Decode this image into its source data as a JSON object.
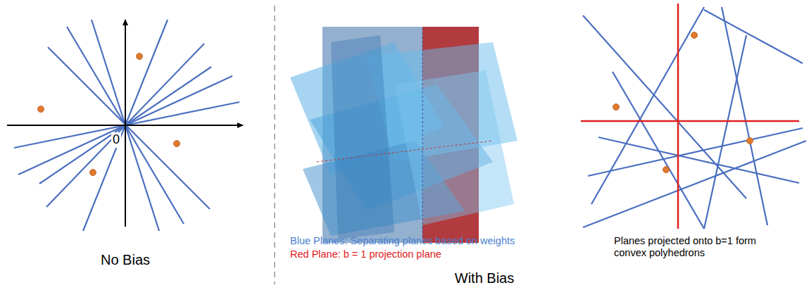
{
  "diagram": {
    "labels": [
      "0",
      "No Bias",
      "With Bias",
      "Blue Planes: Separating planes based on weights",
      "Red Plane: b = 1 projection plane",
      "Planes projected onto b=1 form convex polyhedrons"
    ]
  }
}
